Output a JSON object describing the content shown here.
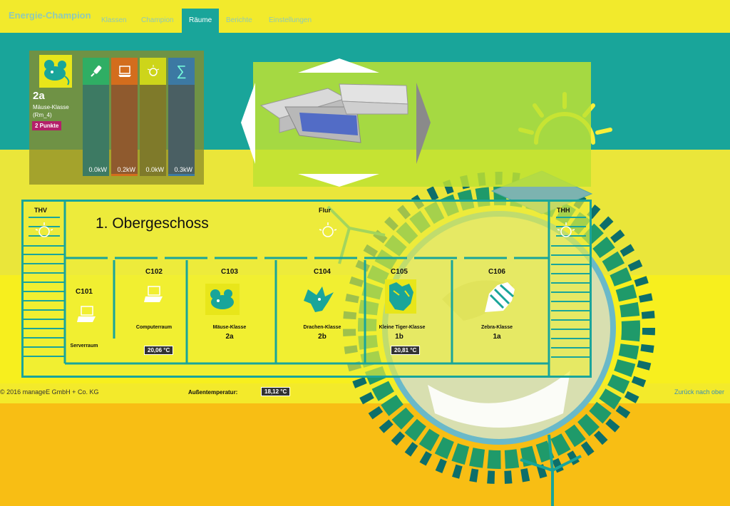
{
  "nav": {
    "brand": "Energie-Champion",
    "items": [
      {
        "label": "Klassen"
      },
      {
        "label": "Champion"
      },
      {
        "label": "Räume"
      },
      {
        "label": "Berichte"
      },
      {
        "label": "Einstellungen"
      }
    ],
    "active": "Räume"
  },
  "class_panel": {
    "name": "2a",
    "subtitle": "Mäuse-Klasse (Rm_4)",
    "points": "2 Punkte",
    "meters": [
      {
        "icon": "plug-icon",
        "glyph": "🔌",
        "value": "0.0kW",
        "color": "#2fae64"
      },
      {
        "icon": "laptop-icon",
        "glyph": "💻",
        "value": "0.2kW",
        "color": "#d36d1d"
      },
      {
        "icon": "lightbulb-icon",
        "glyph": "☀",
        "value": "0.0kW",
        "color": "#cdd51a"
      },
      {
        "icon": "sum-icon",
        "glyph": "∑",
        "value": "0.3kW",
        "color": "#3c79a3"
      }
    ]
  },
  "floor": {
    "title": "1. Obergeschoss",
    "stair_left": "THV",
    "stair_right": "THH",
    "corridor": "Flur",
    "rooms": [
      {
        "id": "C101",
        "name": "Serverraum",
        "class": "",
        "temp": "",
        "icon": "laptop-icon"
      },
      {
        "id": "C102",
        "name": "Computerraum",
        "class": "",
        "temp": "20,06 °C",
        "icon": "laptop-icon"
      },
      {
        "id": "C103",
        "name": "Mäuse-Klasse",
        "class": "2a",
        "temp": "",
        "icon": "mouse-icon"
      },
      {
        "id": "C104",
        "name": "Drachen-Klasse",
        "class": "2b",
        "temp": "",
        "icon": "dragon-icon"
      },
      {
        "id": "C105",
        "name": "Kleine Tiger-Klasse",
        "class": "1b",
        "temp": "20,81 °C",
        "icon": "tiger-icon"
      },
      {
        "id": "C106",
        "name": "Zebra-Klasse",
        "class": "1a",
        "temp": "",
        "icon": "zebra-icon"
      }
    ]
  },
  "footer": {
    "copyright": "© 2016 manageE GmbH + Co. KG",
    "outside_label": "Außentemperatur:",
    "outside_temp": "18,12 °C",
    "back_link": "Zurück nach ober"
  },
  "colors": {
    "teal": "#19a59a",
    "yellow": "#f2ea2c",
    "orange": "#f8be14",
    "badge": "#b4206a"
  }
}
